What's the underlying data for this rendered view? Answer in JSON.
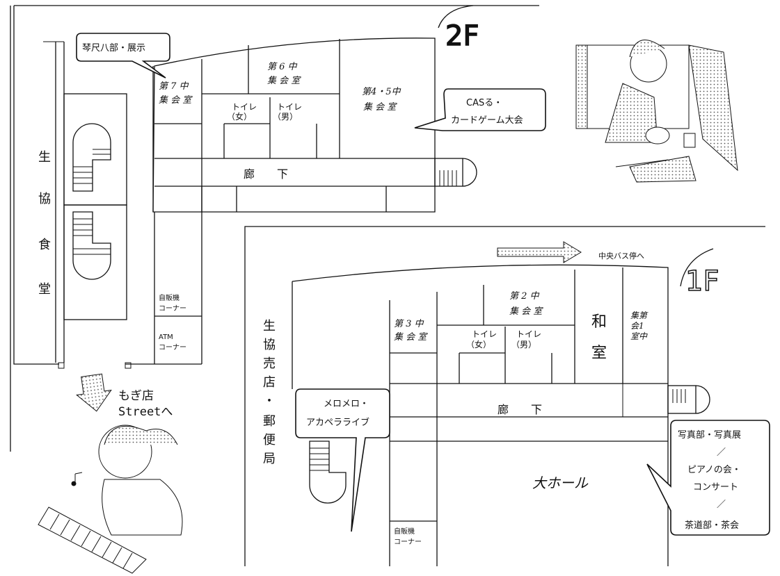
{
  "floor2": {
    "floor_label": "2F",
    "cafeteria_label": [
      "生",
      "協",
      "食",
      "堂"
    ],
    "rooms": {
      "room7": [
        "第 7 中",
        "集 会 室"
      ],
      "room6": [
        "第 6 中",
        "集 会 室"
      ],
      "room45": [
        "第4・5中",
        "集 会 室"
      ],
      "toilet_f": [
        "トイレ",
        "（女）"
      ],
      "toilet_m": [
        "トイレ",
        "（男）"
      ],
      "corridor": "廊　　下",
      "vending": [
        "自販機",
        "コーナー"
      ],
      "atm": [
        "ATM",
        "コーナー"
      ]
    },
    "bubbles": {
      "koto": "琴尺八部・展示",
      "cas": [
        "CASる・",
        "カードゲーム大会"
      ]
    },
    "street_sign": [
      "もぎ店",
      "Streetへ"
    ]
  },
  "floor1": {
    "floor_label": "1F",
    "coop_store_label": [
      "生",
      "協",
      "売",
      "店",
      "・",
      "郵",
      "便",
      "局"
    ],
    "bus_label": "中央バス停へ",
    "rooms": {
      "room3": [
        "第 3 中",
        "集 会 室"
      ],
      "room2": [
        "第 2 中",
        "集 会 室"
      ],
      "toilet_f": [
        "トイレ",
        "（女）"
      ],
      "toilet_m": [
        "トイレ",
        "（男）"
      ],
      "washitsu": [
        "和",
        "室"
      ],
      "room1": [
        "第",
        "1",
        "中",
        "集",
        "会",
        "室"
      ],
      "corridor": "廊　　下",
      "hall": "大ホール",
      "vending": [
        "自販機",
        "コーナー"
      ]
    },
    "bubbles": {
      "melo": [
        "メロメロ・",
        "アカペラライブ"
      ],
      "photo": [
        "写真部・写真展",
        "／",
        "ピアノの会・",
        "コンサート",
        "／",
        "茶道部・茶会"
      ]
    }
  }
}
